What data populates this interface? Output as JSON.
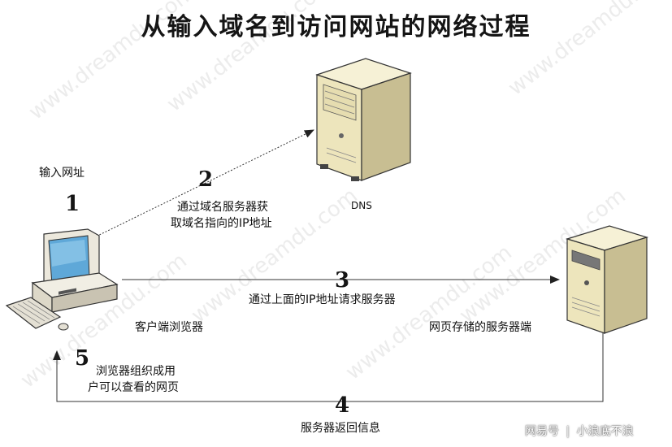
{
  "title": "从输入域名到访问网站的网络过程",
  "watermark": "www.dreamdu.com",
  "labels": {
    "input_url": "输入网址",
    "dns": "DNS",
    "client": "客户端浏览器",
    "web_server": "网页存储的服务器端"
  },
  "steps": [
    {
      "num": "1",
      "text_lines": []
    },
    {
      "num": "2",
      "text_lines": [
        "通过域名服务器获",
        "取域名指向的IP地址"
      ]
    },
    {
      "num": "3",
      "text_lines": [
        "通过上面的IP地址请求服务器"
      ]
    },
    {
      "num": "4",
      "text_lines": [
        "服务器返回信息"
      ]
    },
    {
      "num": "5",
      "text_lines": [
        "浏览器组织成用",
        "户可以查看的网页"
      ]
    }
  ],
  "branding": {
    "platform": "网易号",
    "separator": "|",
    "author": "小浪底不浪"
  },
  "colors": {
    "server_body": "#f2ecc8",
    "server_dark": "#bdb48c",
    "line": "#222222"
  }
}
